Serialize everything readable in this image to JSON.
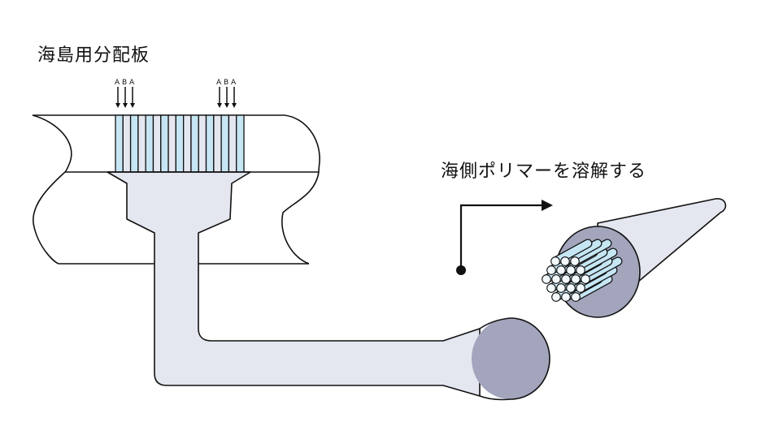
{
  "diagram": {
    "title": "海島用分配板",
    "dissolve_label": "海側ポリマーを溶解する",
    "inlet_groups": [
      {
        "labels": [
          "A",
          "B",
          "A"
        ]
      },
      {
        "labels": [
          "A",
          "B",
          "A"
        ]
      }
    ],
    "colors": {
      "polymer_a": "#c6e6f4",
      "polymer_b": "#e4e6f0",
      "fiber_body": "#e4e6f0",
      "fiber_end": "#a2a5bc",
      "outline": "#111111"
    }
  }
}
